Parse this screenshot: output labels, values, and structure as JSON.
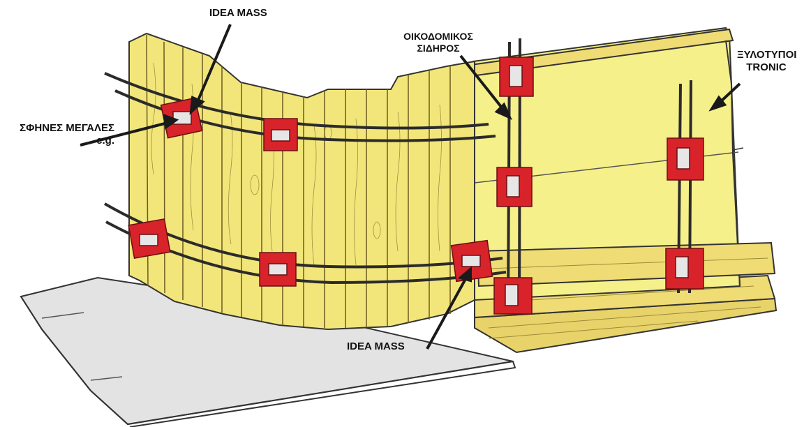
{
  "labels": {
    "idea_mass_top": "IDEA MASS",
    "oikodomikos": [
      "ΟΙΚΟΔΟΜΙΚΟΣ",
      "ΣΙΔΗΡΟΣ"
    ],
    "xylotypoi": [
      "ΞΥΛΟΤΥΠΟΙ",
      "TRONIC"
    ],
    "sfines": [
      "ΣΦΗΝΕΣ ΜΕΓΑΛΕΣ",
      "c.g."
    ],
    "idea_mass_bottom": "IDEA MASS"
  },
  "colors": {
    "wood": "#f2e67a",
    "wood_dark": "#c9b64a",
    "panel": "#f5f08a",
    "clamp_red": "#d8232a",
    "rebar": "#2b2b2b",
    "slab": "#e3e3e3",
    "floor_plank": "#e8d36a"
  }
}
